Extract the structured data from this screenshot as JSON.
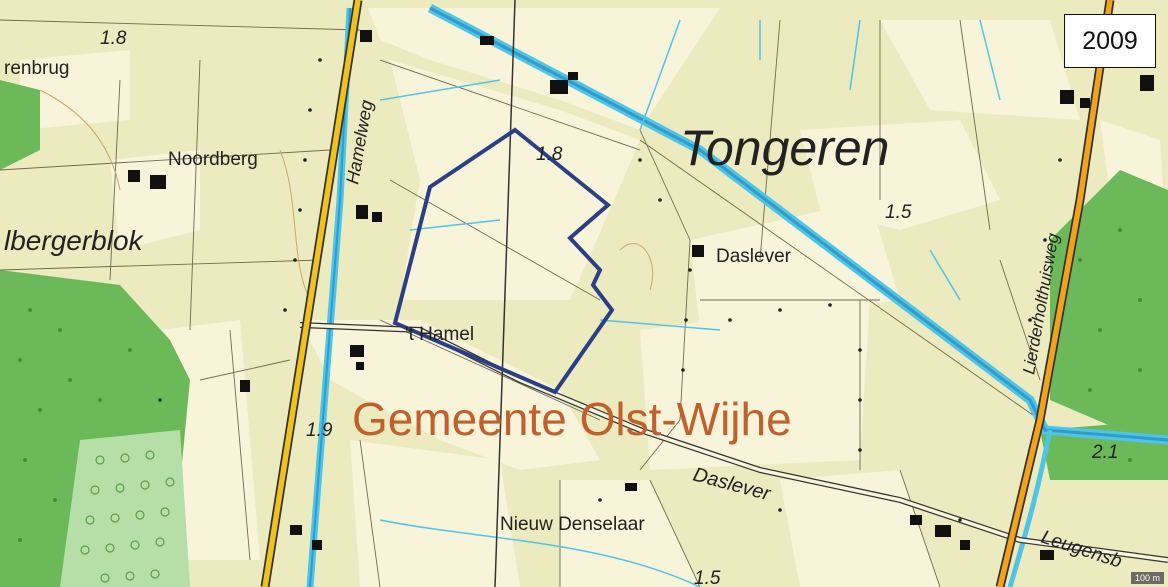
{
  "map": {
    "year": "2009",
    "scale_label": "100 m",
    "labels": {
      "tongeren": "Tongeren",
      "gemeente": "Gemeente Olst-Wijhe",
      "noordberg": "Noordberg",
      "albergerblok": "lbergerblok",
      "renbrug": "renbrug",
      "hamelweg": "Hamelweg",
      "t_hamel": "'t Hamel",
      "daslever_place": "Daslever",
      "daslever_road": "Daslever",
      "nieuw_denselaar": "Nieuw Denselaar",
      "lierderholthuisweg": "Lierderholthuisweg",
      "leugen": "Leugensb"
    },
    "elevations": {
      "top_left": "1.8",
      "center_top": "1.8",
      "right": "1.5",
      "left_bottom": "1.9",
      "bottom": "1.5",
      "far_right": "2.1"
    },
    "colors": {
      "farmland": "#f6f3d6",
      "meadow": "#e6e5b4",
      "forest": "#6dbb58",
      "water": "#4fc4e6",
      "main_road": "#f1c21b",
      "road_casing": "#333333",
      "outline": "#2b3f86",
      "label_red": "#c0602d"
    }
  }
}
